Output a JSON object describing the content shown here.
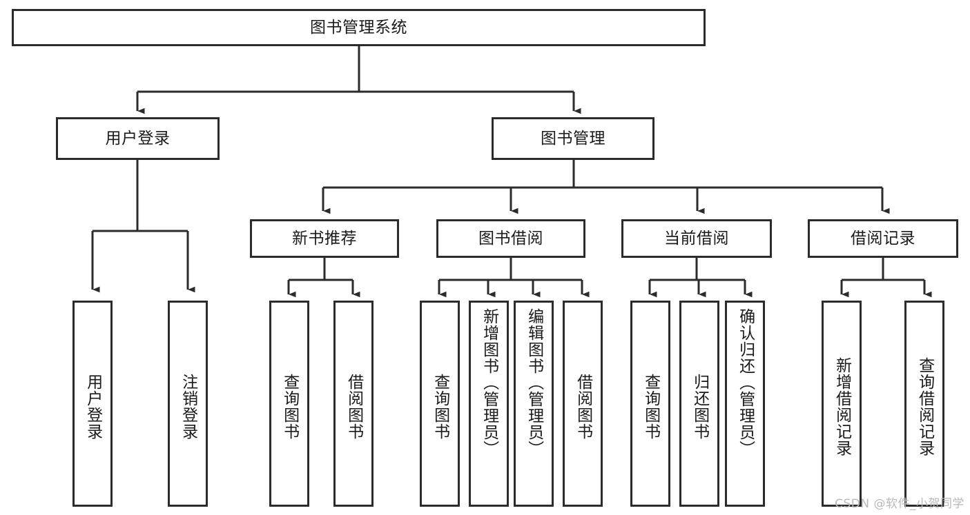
{
  "diagram": {
    "title": "图书管理系统",
    "type": "tree-hierarchy-diagram",
    "colors": {
      "box_border": "#2b2b2b",
      "box_fill": "#ffffff",
      "text": "#1a1a1a",
      "connector": "#2b2b2b",
      "watermark": "#b9b9b9"
    },
    "nodes": {
      "root": {
        "label": "图书管理系统"
      },
      "level2": [
        {
          "label": "用户登录"
        },
        {
          "label": "图书管理"
        }
      ],
      "level3": [
        {
          "label": "新书推荐"
        },
        {
          "label": "图书借阅"
        },
        {
          "label": "当前借阅"
        },
        {
          "label": "借阅记录"
        }
      ],
      "leaves": [
        {
          "label": "用户登录"
        },
        {
          "label": "注销登录"
        },
        {
          "label": "查询图书"
        },
        {
          "label": "借阅图书"
        },
        {
          "label": "查询图书"
        },
        {
          "label": "新增图书（管理员）"
        },
        {
          "label": "编辑图书（管理员）"
        },
        {
          "label": "借阅图书"
        },
        {
          "label": "查询图书"
        },
        {
          "label": "归还图书"
        },
        {
          "label": "确认归还（管理员）"
        },
        {
          "label": "新增借阅记录"
        },
        {
          "label": "查询借阅记录"
        }
      ]
    },
    "watermark": "CSDN @软件_小贺同学"
  }
}
